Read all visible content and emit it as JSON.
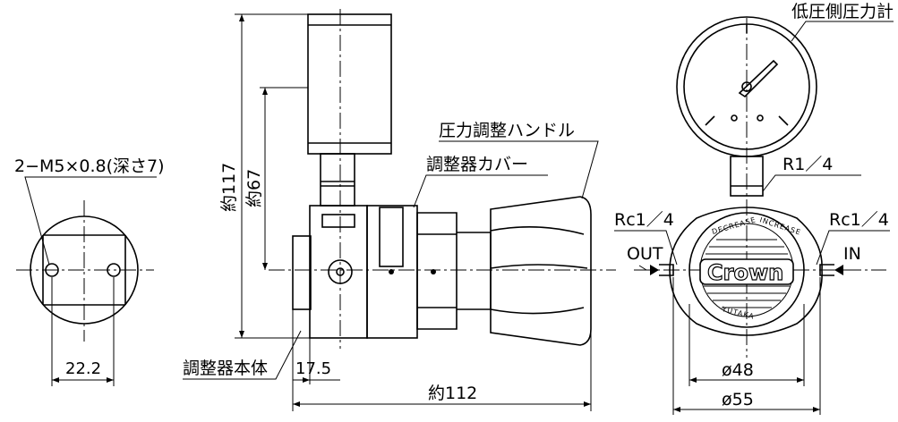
{
  "labels": {
    "thread_spec": "2−M5×0.8(深さ7)",
    "dim_22_2": "22.2",
    "dim_17_5": "17.5",
    "dim_112": "約112",
    "dim_117": "約117",
    "dim_67": "約67",
    "body_label": "調整器本体",
    "cover_label": "調整器カバー",
    "handle_label": "圧力調整ハンドル",
    "gauge_label": "低圧側圧力計",
    "port_r": "R1／4",
    "port_rc_left": "Rc1／4",
    "port_rc_right": "Rc1／4",
    "out_label": "OUT",
    "in_label": "IN",
    "dia_48": "ø48",
    "dia_55": "ø55",
    "logo_text": "Crown",
    "brand_text": "YUTAKA",
    "knob_decrease": "DECREASE",
    "knob_increase": "INCREASE"
  }
}
